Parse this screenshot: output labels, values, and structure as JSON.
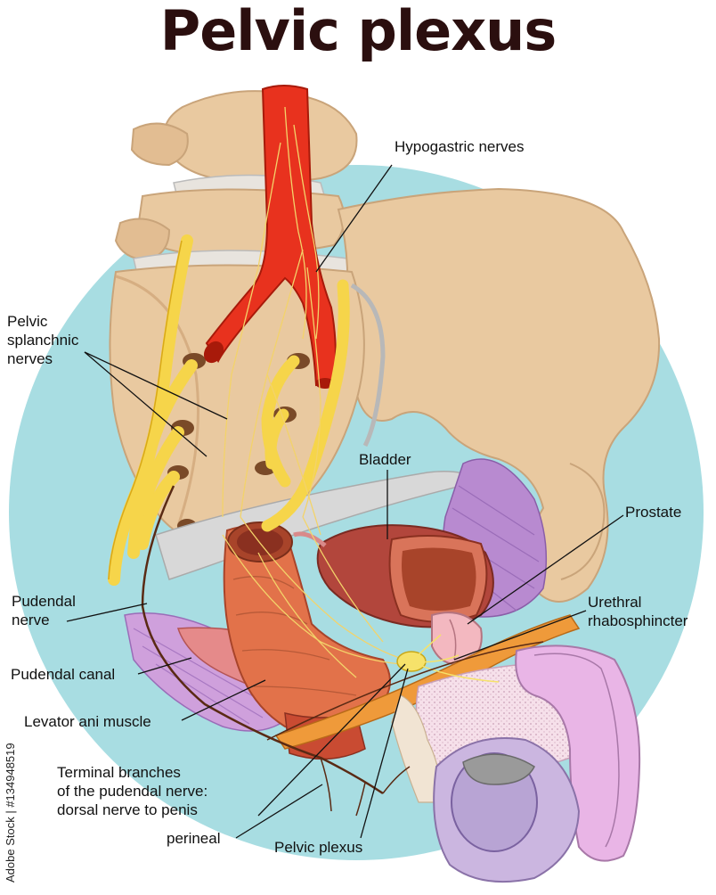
{
  "title": "Pelvic plexus",
  "labels": {
    "hypogastric": "Hypogastric nerves",
    "pelvic_splanchnic": [
      "Pelvic",
      "splanchnic",
      "nerves"
    ],
    "bladder": "Bladder",
    "prostate": "Prostate",
    "urethral": [
      "Urethral",
      "rhabosphincter"
    ],
    "pudendal_nerve": [
      "Pudendal",
      "nerve"
    ],
    "pudendal_canal": "Pudendal canal",
    "levator": "Levator ani muscle",
    "terminal": [
      "Terminal branches",
      "of the pudendal nerve:",
      "dorsal nerve to penis"
    ],
    "perineal": "perineal",
    "pelvic_plexus": "Pelvic plexus"
  },
  "watermark": "Adobe Stock | #134948519",
  "colors": {
    "circle": "#a8dde2",
    "bone": "#e9c9a0",
    "bone_shade": "#d6ae82",
    "artery": "#e8321e",
    "nerve": "#f6d54a",
    "muscle": "#c9a0d6",
    "rectum": "#e2724a",
    "bladder": "#b2463c",
    "penis": "#e9b5e6"
  }
}
